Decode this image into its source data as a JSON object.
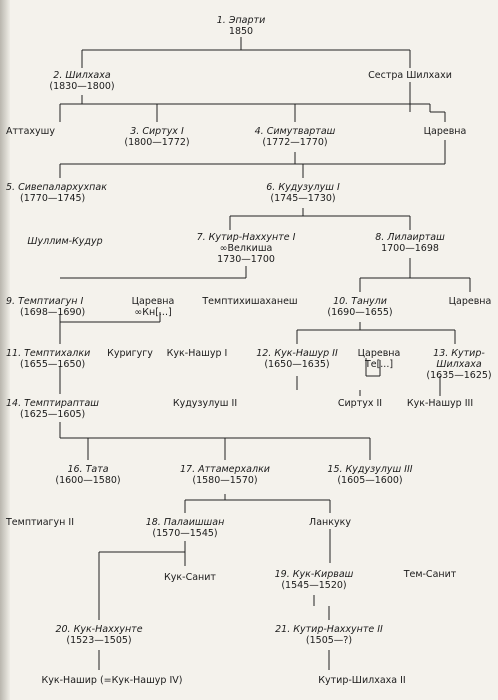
{
  "nodes": {
    "eparti": {
      "name": "1. Эпарти",
      "date": "1850"
    },
    "shilhaha": {
      "name": "2. Шилхаха",
      "date": "(1830—1800)"
    },
    "sister_shilhaha": {
      "name": "Сестра Шилхахи"
    },
    "attahushu": {
      "name": "Аттахушу"
    },
    "sirtuh1": {
      "name": "3. Сиртух I",
      "date": "(1800—1772)"
    },
    "simut_vartash": {
      "name": "4. Симутварташ",
      "date": "(1772—1770)"
    },
    "tsarevna1": {
      "name": "Царевна"
    },
    "siwe_palar": {
      "name": "5. Сивепалархухпак",
      "date": "(1770—1745)"
    },
    "kuduzulush1": {
      "name": "6. Кудузулуш I",
      "date": "(1745—1730)"
    },
    "shullim_kudur": {
      "name": "Шуллим-Кудур"
    },
    "kutir_nahhunte1": {
      "name": "7. Кутир-Наххунте I",
      "line2": "∞Велкиша",
      "date": "1730—1700"
    },
    "lilair_tash": {
      "name": "8. Лилаирташ",
      "date": "1700—1698"
    },
    "temptiagun1": {
      "name": "9. Темптиагун I",
      "date": "(1698—1690)"
    },
    "tsarevna_kn": {
      "name": "Царевна",
      "line2": "∞Кн[...]"
    },
    "tempti_hishanesh": {
      "name": "Темптихишаханеш"
    },
    "tanuli": {
      "name": "10. Танули",
      "date": "(1690—1655)"
    },
    "tsarevna2": {
      "name": "Царевна"
    },
    "tempti_halki": {
      "name": "11. Темптихалки",
      "date": "(1655—1650)"
    },
    "kurigugu": {
      "name": "Куригугу"
    },
    "kuk_nashur1": {
      "name": "Кук-Нашур I"
    },
    "kuk_nashur2": {
      "name": "12. Кук-Нашур II",
      "date": "(1650—1635)"
    },
    "tsarevna_te": {
      "name": "Царевна",
      "line2": "Те[...]"
    },
    "kutir_shilhaha_i": {
      "name": "13. Кутир-",
      "line2": "Шилхаха",
      "date": "(1635—1625)"
    },
    "sirtuh2": {
      "name": "Сиртух II"
    },
    "kuk_nashur3": {
      "name": "Кук-Нашур III"
    },
    "tempti_raptash": {
      "name": "14. Темптирапташ",
      "date": "(1625—1605)"
    },
    "kuduzulush2": {
      "name": "Кудузулуш II"
    },
    "tata": {
      "name": "16. Тата",
      "date": "(1600—1580)"
    },
    "attamer_halki": {
      "name": "17. Аттамерхалки",
      "date": "(1580—1570)"
    },
    "kuduzulush3": {
      "name": "15. Кудузулуш III",
      "date": "(1605—1600)"
    },
    "temptiagun2": {
      "name": "Темптиагун II"
    },
    "pala_ishshan": {
      "name": "18. Палаишшан",
      "date": "(1570—1545)"
    },
    "lankuku": {
      "name": "Ланкуку"
    },
    "kuk_sanit": {
      "name": "Кук-Санит"
    },
    "kuk_kirvash": {
      "name": "19. Кук-Кирваш",
      "date": "(1545—1520)"
    },
    "tem_sanit": {
      "name": "Тем-Санит"
    },
    "kuk_nahhunte": {
      "name": "20. Кук-Наххунте",
      "date": "(1523—1505)"
    },
    "kutir_nahhunte2": {
      "name": "21. Кутир-Наххунте II",
      "date": "(1505—?)"
    },
    "kuk_nashur_iv": {
      "name": "Кук-Нашир (=Кук-Нашур IV)"
    },
    "kutir_shilhaha2": {
      "name": "Кутир-Шилхаха II"
    }
  }
}
